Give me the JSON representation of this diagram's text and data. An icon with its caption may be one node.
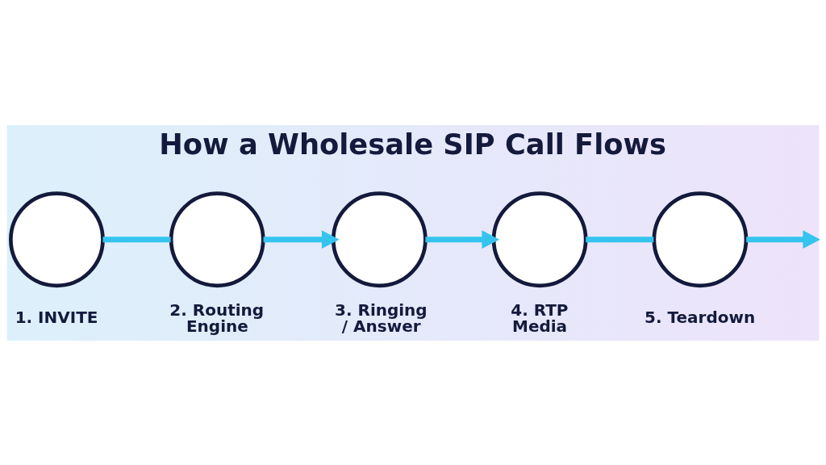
{
  "diagram": {
    "title": "How a Wholesale SIP Call Flows",
    "nodes": [
      {
        "text": [],
        "shape": "circle",
        "beside": [
          "1. INVITE"
        ]
      },
      {
        "text": [],
        "shape": "circle",
        "beside": [
          "2. Routing Engine"
        ]
      },
      {
        "text": [],
        "shape": "circle",
        "beside": [
          "3. Ringing / Answer"
        ]
      },
      {
        "text": [],
        "shape": "circle",
        "beside": [
          "4. RTP Media"
        ]
      },
      {
        "text": [],
        "shape": "circle",
        "beside": [
          "5. Teardown"
        ]
      }
    ],
    "edges": [
      {
        "from": 0,
        "to": 1,
        "arrow": "none"
      },
      {
        "from": 1,
        "to": 2,
        "arrow": "to"
      },
      {
        "from": 2,
        "to": 3,
        "arrow": "to"
      },
      {
        "from": 3,
        "to": 4,
        "arrow": "none"
      },
      {
        "from": 4,
        "to": null,
        "arrow": "to"
      }
    ]
  }
}
